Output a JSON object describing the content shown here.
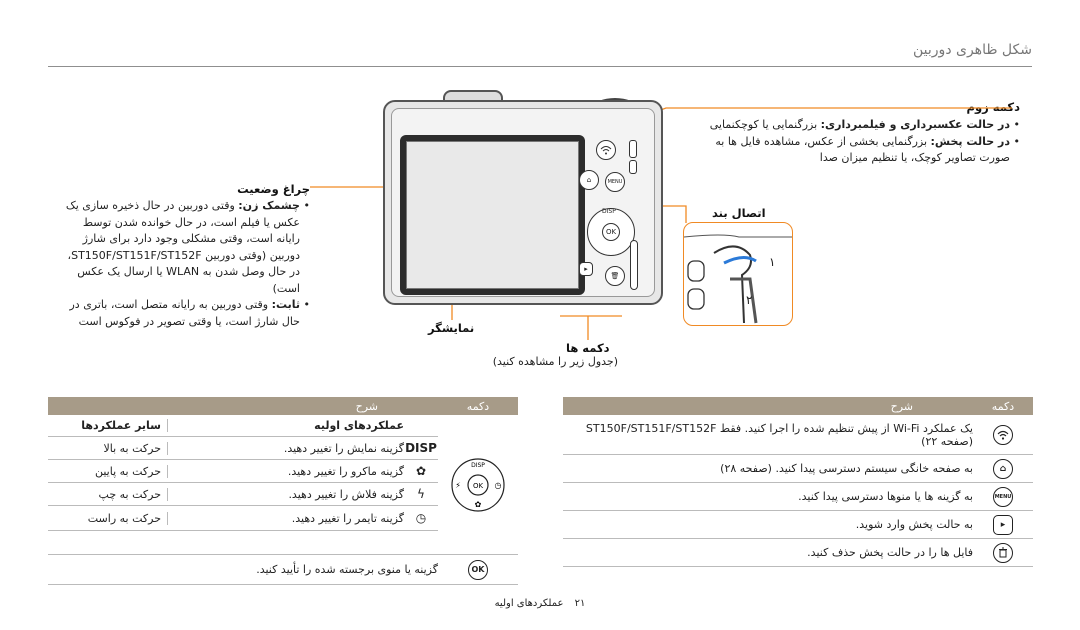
{
  "header": {
    "title": "شکل ظاهری دوربین"
  },
  "zoom": {
    "label": "دکمه زوم",
    "items": [
      {
        "bold": "در حالت عکسبرداری و فیلمبرداری:",
        "text": " بزرگنمایی یا کوچکنمایی"
      },
      {
        "bold": "در حالت پخش:",
        "text": " بزرگنمایی بخشی از عکس، مشاهده فایل ها به صورت تصاویر کوچک، یا تنظیم میزان صدا"
      }
    ]
  },
  "af_lamp": {
    "label": "چراغ وضعیت",
    "items": [
      {
        "bold": "چشمک زن:",
        "text": " وقتی دوربین در حال ذخیره سازی یک عکس یا فیلم است، در حال خوانده شدن توسط رایانه است، وقتی مشکلی وجود دارد برای شارژ دوربین (وقتی دوربین ST150F/ST151F/ST152F، در حال وصل شدن به WLAN یا ارسال یک عکس است)"
      },
      {
        "bold": "ثابت:",
        "text": " وقتی دوربین به رایانه متصل است، باتری در حال شارژ است، یا وقتی تصویر در فوکوس است"
      }
    ]
  },
  "strap": {
    "label": "اتصال بند",
    "step1": "۱",
    "step2": "۲"
  },
  "screen_label": "نمایشگر",
  "buttons_label": "دکمه ها",
  "buttons_note": "(جدول زیر را مشاهده کنید)",
  "camera": {
    "disp": "DISP",
    "ok": "OK",
    "menu": "MENU",
    "wifi": "Wi-Fi"
  },
  "right_table": {
    "col_button": "دکمه",
    "col_desc": "شرح",
    "rows": [
      {
        "icon": "wifi-icon",
        "text": "یک عملکرد Wi-Fi از پیش تنظیم شده را اجرا کنید. فقط ST150F/ST151F/ST152F (صفحه ۲۲)"
      },
      {
        "icon": "home-icon",
        "text": "به صفحه خانگی سیستم دسترسی پیدا کنید. (صفحه ۲۸)"
      },
      {
        "icon": "menu-icon",
        "text": "به گزینه ها یا منوها دسترسی پیدا کنید."
      },
      {
        "icon": "play-icon",
        "text": "به حالت پخش وارد شوید."
      },
      {
        "icon": "trash-icon",
        "text": "فایل ها را در حالت پخش حذف کنید."
      }
    ]
  },
  "left_table": {
    "col_button": "دکمه",
    "col_desc": "شرح",
    "sub_col_basic": "عملکردهای اولیه",
    "sub_col_other": "سایر عملکردها",
    "rows": [
      {
        "icon": "DISP",
        "basic": "گزینه نمایش را تغییر دهید.",
        "other": "حرکت به بالا"
      },
      {
        "icon": "macro-icon",
        "basic": "گزینه ماکرو را تغییر دهید.",
        "other": "حرکت به پایین"
      },
      {
        "icon": "flash-icon",
        "basic": "گزینه فلاش را تغییر دهید.",
        "other": "حرکت به چپ"
      },
      {
        "icon": "timer-icon",
        "basic": "گزینه تایمر را تغییر دهید.",
        "other": "حرکت به راست"
      }
    ],
    "ok_row": {
      "icon": "OK",
      "text": "گزینه یا منوی برجسته شده را تأیید کنید."
    }
  },
  "footer": {
    "text": "عملکردهای اولیه",
    "page": "۲۱"
  },
  "colors": {
    "accent": "#f08a24",
    "table_header": "#a79b88"
  }
}
